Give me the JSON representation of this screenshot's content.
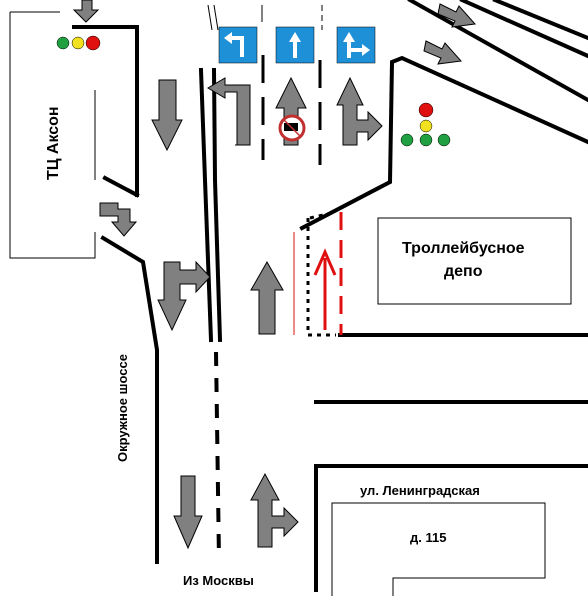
{
  "labels": {
    "mall": "ТЦ Аксон",
    "depot_line1": "Троллейбусное",
    "depot_line2": "депо",
    "ring_road": "Окружное шоссе",
    "street": "ул. Ленинградская",
    "house": "д. 115",
    "from_moscow": "Из Москвы"
  },
  "colors": {
    "road_line": "#000000",
    "arrow": "#808080",
    "sign_blue": "#1e90d8",
    "tram_arrow": "#e01010",
    "light_red": "#e01010",
    "light_yellow": "#f0e020",
    "light_green": "#20a040"
  },
  "icons": {
    "traffic_light_left": "traffic-light-icon",
    "traffic_light_right": "traffic-light-icon",
    "sign_left": "turn-left-sign-icon",
    "sign_straight": "straight-sign-icon",
    "sign_straight_right": "straight-or-right-sign-icon",
    "no_trucks": "no-trucks-sign-icon"
  }
}
